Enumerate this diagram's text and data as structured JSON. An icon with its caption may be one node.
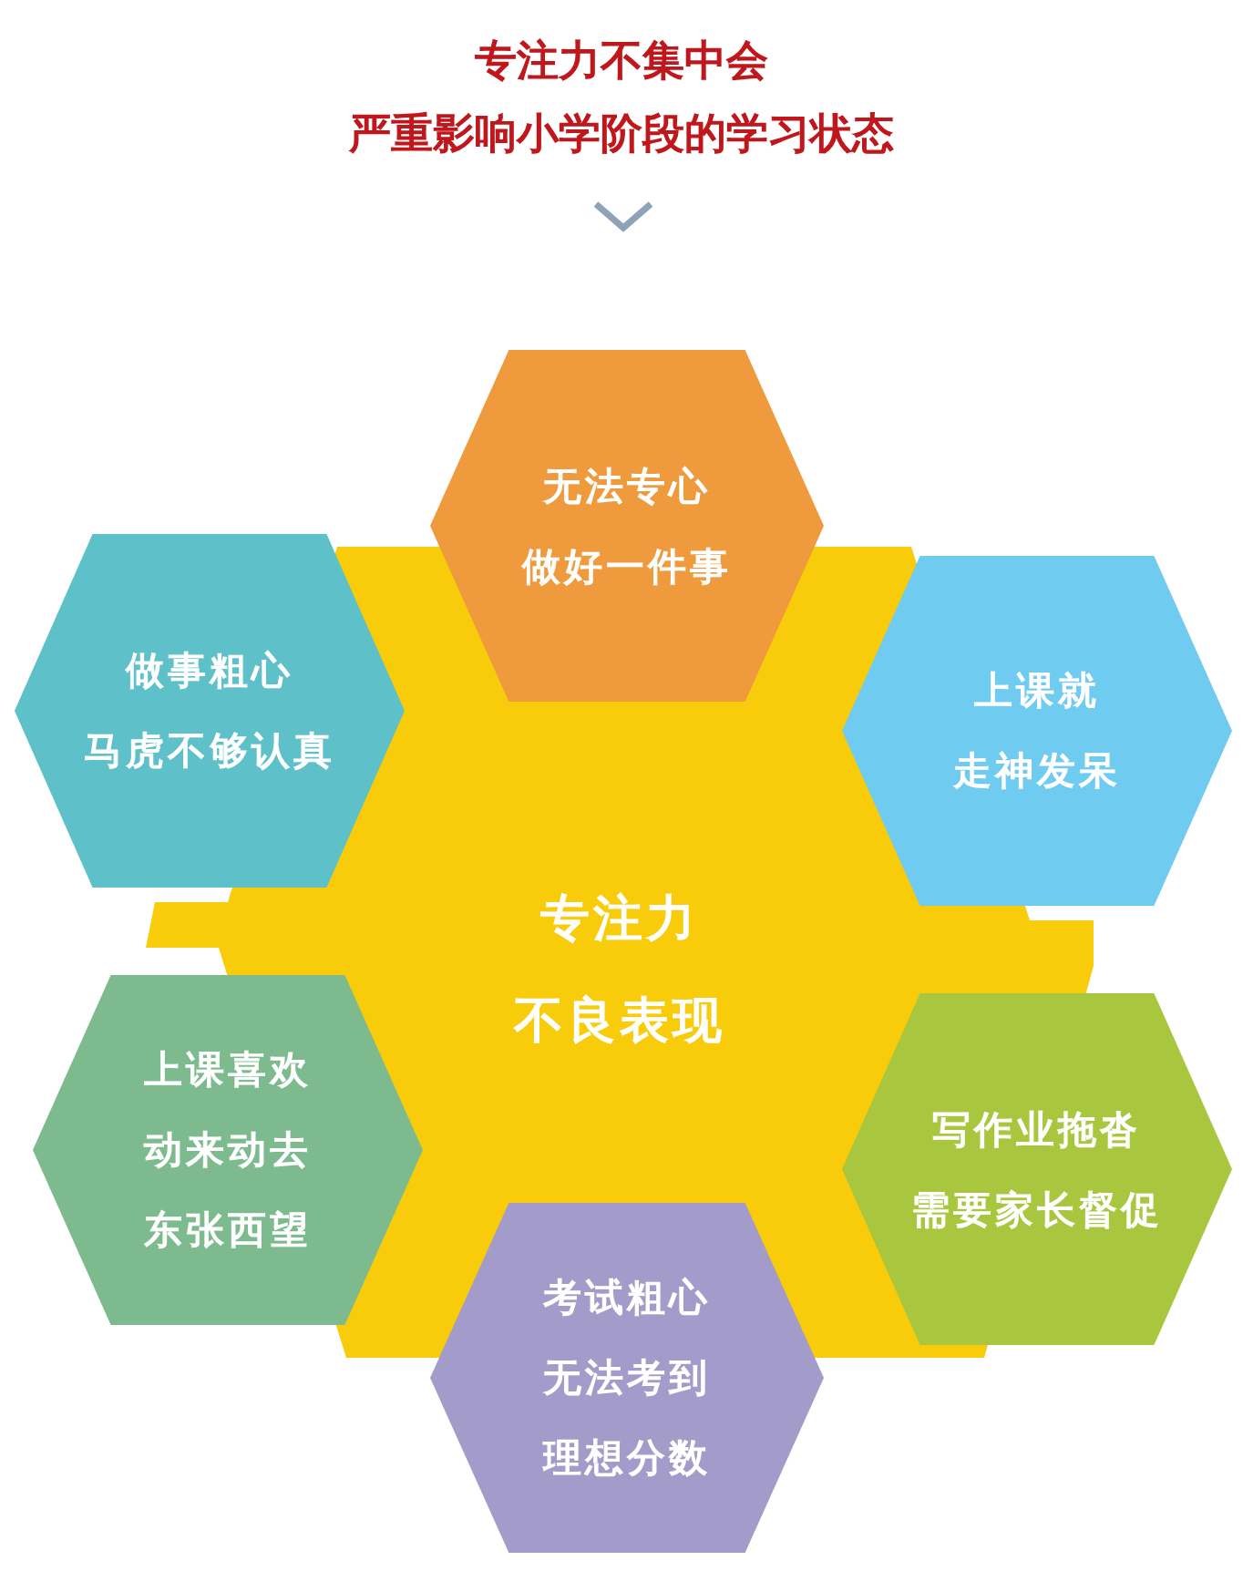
{
  "diagram": {
    "title": "专注力不集中会严重影响小学阶段的学习状态",
    "nodes": [
      {
        "text": [
          "无法专心做好一件事"
        ]
      },
      {
        "text": [
          "做事粗心马虎不够认真"
        ]
      },
      {
        "text": [
          "上课就走神发呆"
        ]
      },
      {
        "text": [
          "专注力不良表现"
        ]
      },
      {
        "text": [
          "上课喜欢动来动去东张西望"
        ]
      },
      {
        "text": [
          "写作业拖沓需要家长督促"
        ]
      },
      {
        "text": [
          "考试粗心无法考到理想分数"
        ]
      }
    ]
  }
}
